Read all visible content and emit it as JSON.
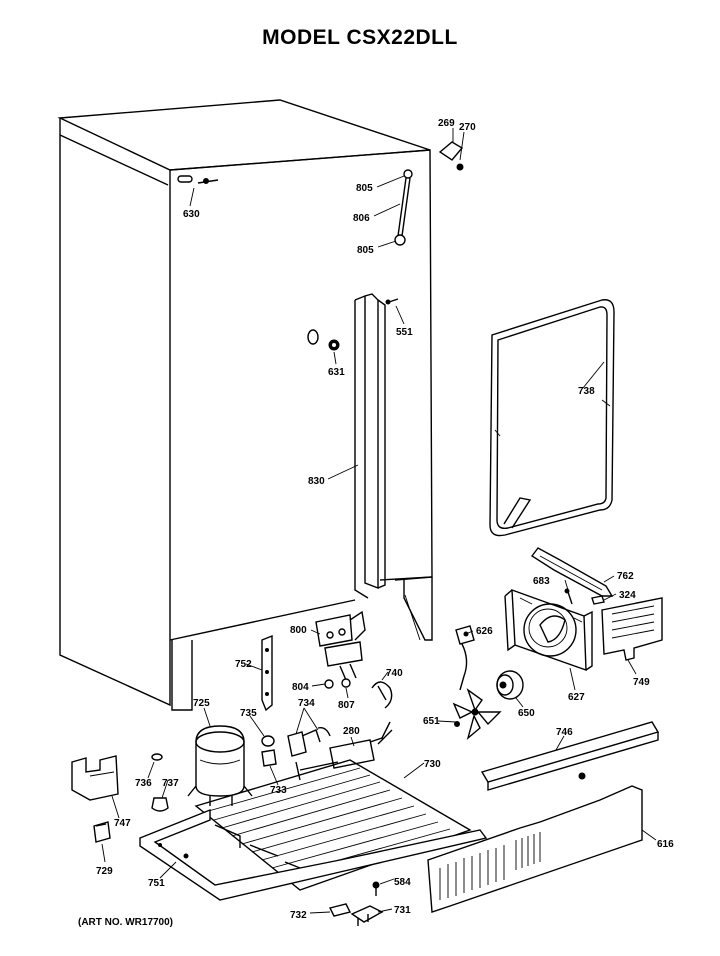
{
  "title": "MODEL CSX22DLL",
  "art_number": "(ART NO. WR17700)",
  "part_labels": {
    "p269": "269",
    "p270": "270",
    "p805a": "805",
    "p806": "806",
    "p805b": "805",
    "p630": "630",
    "p551": "551",
    "p631": "631",
    "p830": "830",
    "p738": "738",
    "p762": "762",
    "p683": "683",
    "p324": "324",
    "p626": "626",
    "p749": "749",
    "p627": "627",
    "p800": "800",
    "p752": "752",
    "p804": "804",
    "p807": "807",
    "p740": "740",
    "p650": "650",
    "p651": "651",
    "p725": "725",
    "p735": "735",
    "p734": "734",
    "p280": "280",
    "p746": "746",
    "p730": "730",
    "p736": "736",
    "p737": "737",
    "p733": "733",
    "p747": "747",
    "p616": "616",
    "p729": "729",
    "p751": "751",
    "p584": "584",
    "p732": "732",
    "p731": "731"
  }
}
